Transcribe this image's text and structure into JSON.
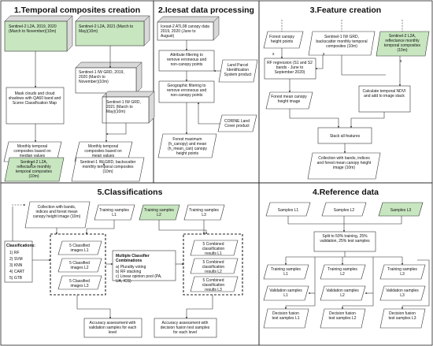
{
  "panels": [
    {
      "id": "p1",
      "title": "1.Temporal composites creation"
    },
    {
      "id": "p2",
      "title": "2.Icesat data processing"
    },
    {
      "id": "p3",
      "title": "3.Feature creation"
    },
    {
      "id": "p4",
      "title": "4.Reference data"
    },
    {
      "id": "p5",
      "title": "5.Classifications"
    }
  ],
  "nodes": {
    "s2_2019": "Sentinel-2 L2A, 2019, 2020 (March to November)(10m)",
    "s2_2021": "Sentinel-2 L2A, 2021 (March to May)(10m)",
    "s1_2019": "Sentinel-1 IW GRD, 2019, 2020 (March to November)(10m)",
    "s1_2021": "Sentinel-1 IW GRD, 2021 (March to May)(10m)",
    "mask_clouds": "Mask clouds and cloud shadows with QA60 band and Scene Classification Map",
    "monthly_median": "Monthly temporal composites based on median values",
    "monthly_mean": "Monthly temporal composites based on mean values",
    "s2_out": "Sentinel-2 L2A, reflectance monthly temporal composites (10m)",
    "s1_out": "Sentinel-1 IW GRD, backscatter monthly temporal composites (10m)",
    "icesat": "Icesat-2 ATL08 canopy data 2019, 2020 (June to August)",
    "attr_filter": "Attribute filtering to remove erroneous and non-canopy points",
    "lpis": "Land Parcel Identification System product",
    "geo_filter": "Geographic filtering to remove erroneous and non-canopy points",
    "corine": "CORINE Land Cover product",
    "forest_max": "Forest maximum (h_canopy) and mean (h_mean_can) canopy height points",
    "fc_points": "Forest canopy height points",
    "fc_s1": "Sentinel-1 IW GRD, backscatter monthly temporal composites (10m)",
    "fc_s2": "Sentinel-2 L2A, reflectance monthly temporal composites (10m)",
    "rf_reg": "RF regression (S1 and S2 bands - June to September 2020)",
    "forest_img": "Forest mean canopy height image",
    "ndvi": "Calculate temporal NDVI and add to image stack",
    "stack": "Stack all features",
    "collection_out": "Collection with bands, indices and forest mean canopy height image (10m)",
    "c5_collection": "Collection with bands, indices and forest mean canopy height image (10m)",
    "c5_train1": "Training samples L1",
    "c5_train2": "Training samples L2",
    "c5_train3": "Training samples L3",
    "classifications_title": "Classifications:",
    "classifiers": [
      "1) RF",
      "2) SVM",
      "3) KNN",
      "4) CART",
      "5) GTB"
    ],
    "classified": [
      "5 Classified images L1",
      "5 Classified images L2",
      "5 Classified images L3"
    ],
    "mcc_title": "Multiple Classifier Combinations",
    "mcc_items": [
      "a) Plurality voting",
      "b) RF stacking",
      "c) Linear opinion pool (PA, UA, ICS)"
    ],
    "combined": [
      "5 Combined classification results L1",
      "5 Combined classification results L2",
      "5 Combined classification results L3"
    ],
    "acc_val": "Accuracy assessment with validation samples for each level",
    "acc_test": "Accuracy assessment with decision fusion test samples for each level",
    "r_samples": [
      "Samples L1",
      "Samples L2",
      "Samples L3"
    ],
    "split": "Split to 50% training, 25% validation, 25% test samples",
    "r_train": [
      "Training samples L1",
      "Training samples L2",
      "Training samples L3"
    ],
    "r_valid": [
      "Validation samples L1",
      "Validation samples L2",
      "Validation samples L3"
    ],
    "r_dfusion": [
      "Decision fusion test samples L1",
      "Decision fusion test samples L2",
      "Decision fusion test samples L3"
    ],
    "x_mark": "x"
  }
}
